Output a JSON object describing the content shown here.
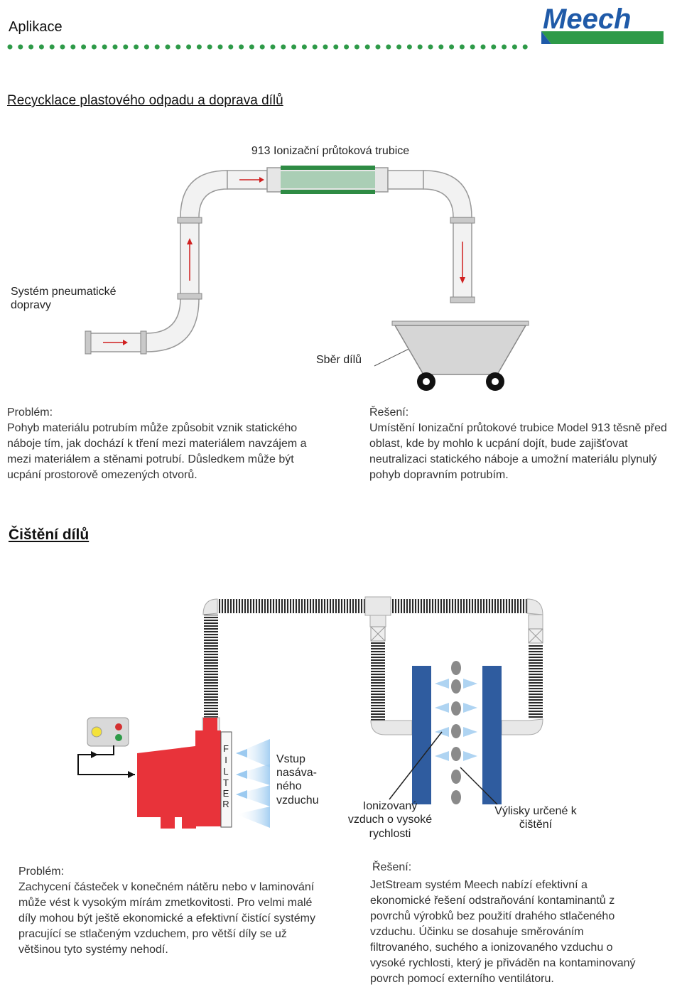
{
  "header": {
    "title": "Aplikace",
    "logo_text": "Meech",
    "brand_blue": "#1f5aa8",
    "brand_green": "#2e9a48"
  },
  "section1": {
    "title": "Recycklace plastového odpadu a doprava dílů",
    "diagram": {
      "tube_label": "913 Ionizační průtoková trubice",
      "system_label_line1": "Systém pneumatické",
      "system_label_line2": "dopravy",
      "collection_label": "Sběr dílů"
    },
    "problem": {
      "heading": "Problém:",
      "lines": [
        "Pohyb materiálu potrubím může způsobit vznik statického",
        "náboje tím, jak dochází k tření mezi materiálem navzájem a",
        "mezi materiálem a stěnami potrubí. Důsledkem může být",
        "ucpání prostorově omezených otvorů."
      ]
    },
    "solution": {
      "heading": "Řešení:",
      "lines": [
        "Umístění Ionizační průtokové trubice Model 913 těsně před",
        "oblast, kde by mohlo k ucpání dojít, bude zajišťovat",
        "neutralizaci statického náboje a umožní materiálu plynulý",
        "pohyb dopravním potrubím."
      ]
    }
  },
  "section2": {
    "title": "Čištění dílů",
    "diagram": {
      "filter_letters": [
        "F",
        "I",
        "L",
        "T",
        "E",
        "R"
      ],
      "inlet_label": [
        "Vstup",
        "nasáva-",
        "ného",
        "vzduchu"
      ],
      "ionized_label": [
        "Ionizovaný",
        "vzduch o vysoké",
        "rychlosti"
      ],
      "nozzle_label": [
        "Výlisky určené k",
        "čištění"
      ]
    },
    "problem": {
      "heading": "Problém:",
      "lines": [
        "Zachycení částeček v konečném nátěru nebo v laminování",
        "může vést k vysokým mírám zmetkovitosti. Pro velmi malé",
        "díly mohou být ještě ekonomické a efektivní čistící systémy",
        "pracující se stlačeným vzduchem, pro větší díly se už",
        "většinou tyto systémy nehodí."
      ]
    },
    "solution": {
      "heading": "Řešení:",
      "lines": [
        "JetStream systém Meech nabízí efektivní a",
        "ekonomické řešení odstraňování kontaminantů z",
        "povrchů výrobků bez použití drahého stlačeného",
        "vzduchu. Účinku se dosahuje směrováním",
        "filtrovaného, suchého a ionizovaného vzduchu o",
        "vysoké rychlosti, který je přiváděn na kontaminovaný",
        "povrch pomocí externího ventilátoru."
      ]
    }
  }
}
